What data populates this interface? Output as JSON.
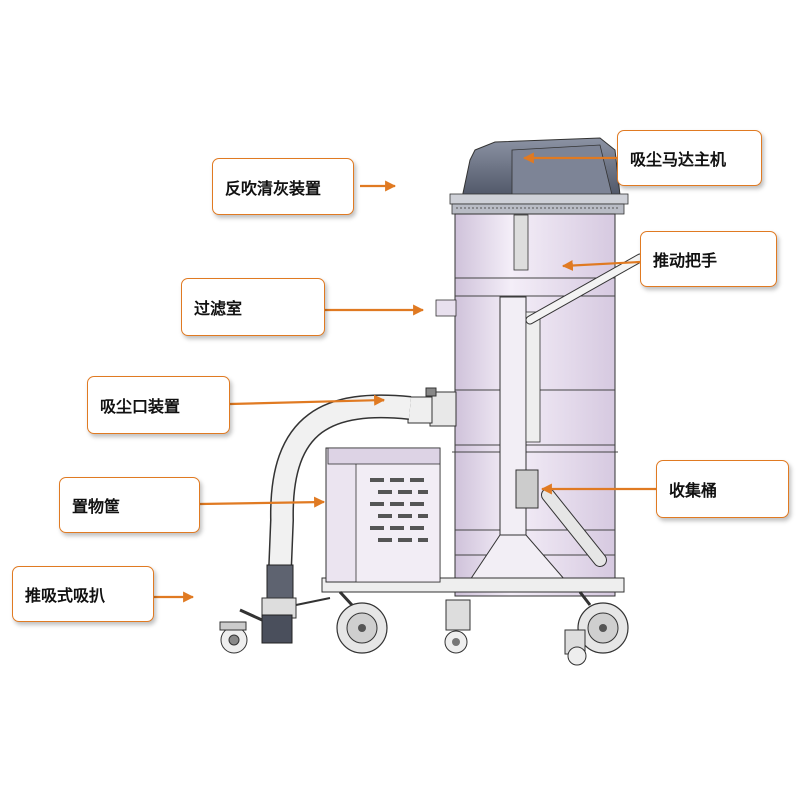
{
  "labels": {
    "motor": "吸尘马达主机",
    "back_blow": "反吹清灰装置",
    "handle": "推动把手",
    "filter": "过滤室",
    "inlet": "吸尘口装置",
    "collector": "收集桶",
    "basket": "置物筐",
    "nozzle": "推吸式吸扒"
  },
  "colors": {
    "accent": "#e07a22",
    "body": "#e4d9ec",
    "lid": "#6c7486"
  }
}
